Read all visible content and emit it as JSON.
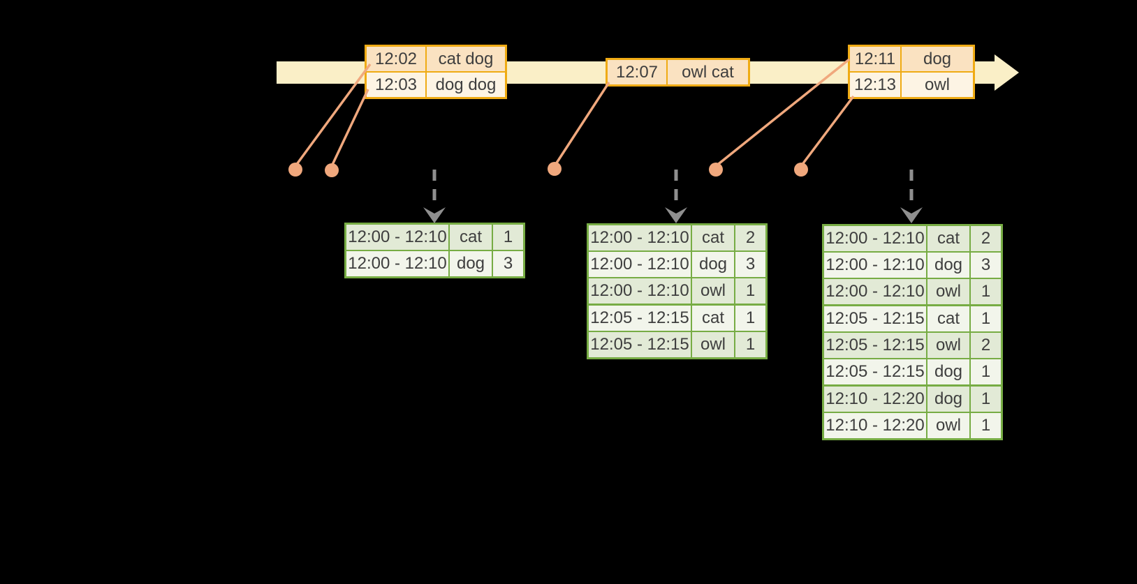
{
  "colors": {
    "background": "#000000",
    "timeline_bar": "#FAEFC7",
    "event_border": "#EFAB14",
    "event_row_a": "#FAE2C1",
    "event_row_b": "#FDF4E4",
    "connector": "#F0A87D",
    "arrow": "#8F8F8F",
    "result_border": "#77AC44",
    "result_row_a": "#E2EAD6",
    "result_row_b": "#F2F5EB",
    "text_color": "#3E3E3E"
  },
  "event_tables": [
    {
      "rows": [
        {
          "time": "12:02",
          "words": "cat dog"
        },
        {
          "time": "12:03",
          "words": "dog dog"
        }
      ]
    },
    {
      "rows": [
        {
          "time": "12:07",
          "words": "owl cat"
        }
      ]
    },
    {
      "rows": [
        {
          "time": "12:11",
          "words": "dog"
        },
        {
          "time": "12:13",
          "words": "owl"
        }
      ]
    }
  ],
  "result_tables": [
    {
      "rows": [
        {
          "window": "12:00 - 12:10",
          "word": "cat",
          "count": 1
        },
        {
          "window": "12:00 - 12:10",
          "word": "dog",
          "count": 3
        }
      ]
    },
    {
      "rows": [
        {
          "window": "12:00 - 12:10",
          "word": "cat",
          "count": 2
        },
        {
          "window": "12:00 - 12:10",
          "word": "dog",
          "count": 3
        },
        {
          "window": "12:00 - 12:10",
          "word": "owl",
          "count": 1
        },
        {
          "window": "12:05 - 12:15",
          "word": "cat",
          "count": 1
        },
        {
          "window": "12:05 - 12:15",
          "word": "owl",
          "count": 1
        }
      ]
    },
    {
      "rows": [
        {
          "window": "12:00 - 12:10",
          "word": "cat",
          "count": 2
        },
        {
          "window": "12:00 - 12:10",
          "word": "dog",
          "count": 3
        },
        {
          "window": "12:00 - 12:10",
          "word": "owl",
          "count": 1
        },
        {
          "window": "12:05 - 12:15",
          "word": "cat",
          "count": 1
        },
        {
          "window": "12:05 - 12:15",
          "word": "owl",
          "count": 2
        },
        {
          "window": "12:05 - 12:15",
          "word": "dog",
          "count": 1
        },
        {
          "window": "12:10 - 12:20",
          "word": "dog",
          "count": 1
        },
        {
          "window": "12:10 - 12:20",
          "word": "owl",
          "count": 1
        }
      ]
    }
  ]
}
